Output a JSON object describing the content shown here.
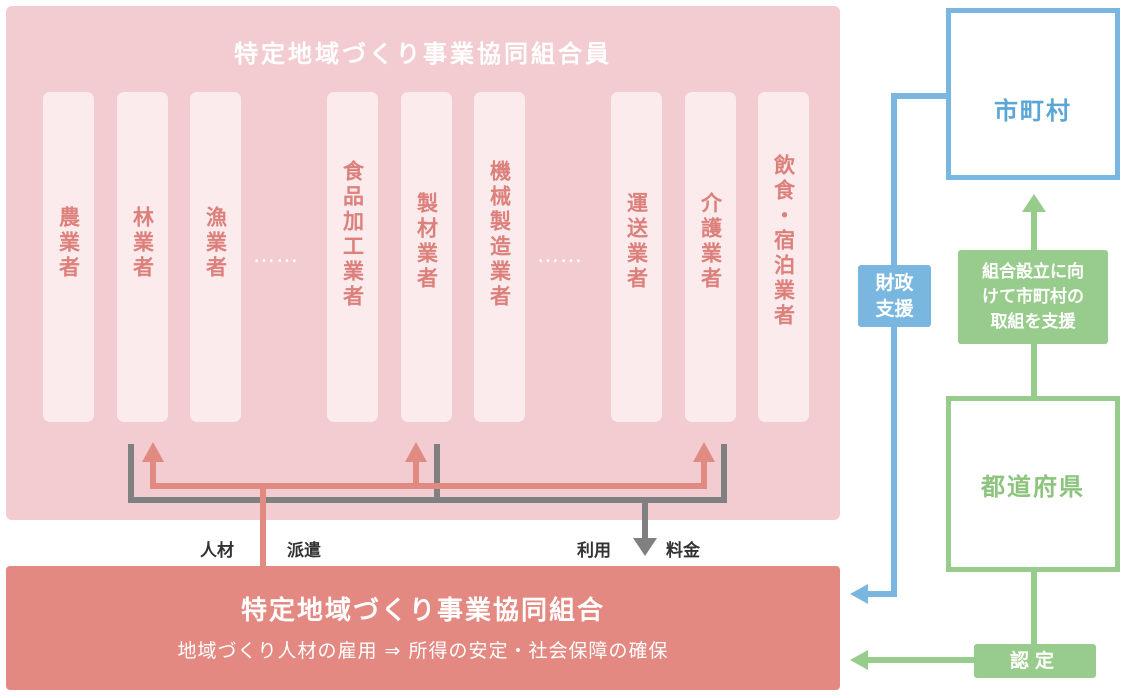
{
  "members_title": "特定地域づくり事業協同組合員",
  "members": [
    {
      "label": "農業者"
    },
    {
      "label": "林業者"
    },
    {
      "label": "漁業者"
    },
    {
      "label": "食品加工業者"
    },
    {
      "label": "製材業者"
    },
    {
      "label": "機械製造業者"
    },
    {
      "label": "運送業者"
    },
    {
      "label": "介護業者"
    },
    {
      "label": "飲食・宿泊業者"
    }
  ],
  "ellipsis": "……",
  "cooperative": {
    "title": "特定地域づくり事業協同組合",
    "subtitle": "地域づくり人材の雇用 ⇒ 所得の安定・社会保障の確保"
  },
  "flows": {
    "personnel": "人材",
    "dispatch": "派遣",
    "usage": "利用",
    "fee": "料金"
  },
  "municipality": "市町村",
  "prefecture": "都道府県",
  "support": {
    "line1": "組合設立に向",
    "line2": "けて市町村の",
    "line3": "取組を支援"
  },
  "finance": {
    "line1": "財政",
    "line2": "支援"
  },
  "approval": "認定",
  "colors": {
    "panel": "#f2ccd0",
    "card": "#fbebed",
    "coop": "#e38981",
    "dispatch_arrow": "#e08a82",
    "fee_arrow": "#808080",
    "blue": "#79b6e0",
    "green": "#98cc8c"
  }
}
